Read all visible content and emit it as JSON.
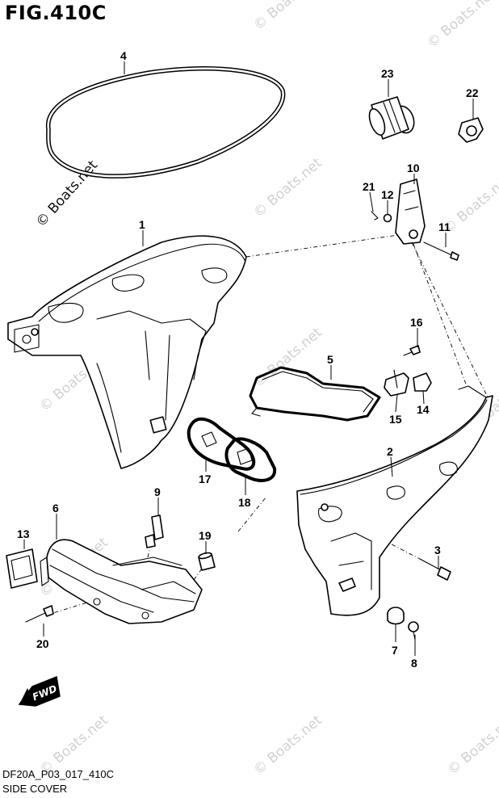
{
  "figure": {
    "title": "FIG.410C",
    "code": "DF20A_P03_017_410C",
    "caption": "SIDE COVER"
  },
  "watermark": {
    "text": "© Boats.net"
  },
  "arrow": {
    "label": "FWD"
  },
  "callouts": {
    "p1": "1",
    "p2": "2",
    "p3": "3",
    "p4": "4",
    "p5": "5",
    "p6": "6",
    "p7": "7",
    "p8": "8",
    "p9": "9",
    "p10": "10",
    "p11": "11",
    "p12": "12",
    "p13": "13",
    "p14": "14",
    "p15": "15",
    "p16": "16",
    "p17": "17",
    "p18": "18",
    "p19": "19",
    "p20": "20",
    "p21": "21",
    "p22": "22",
    "p23": "23"
  }
}
